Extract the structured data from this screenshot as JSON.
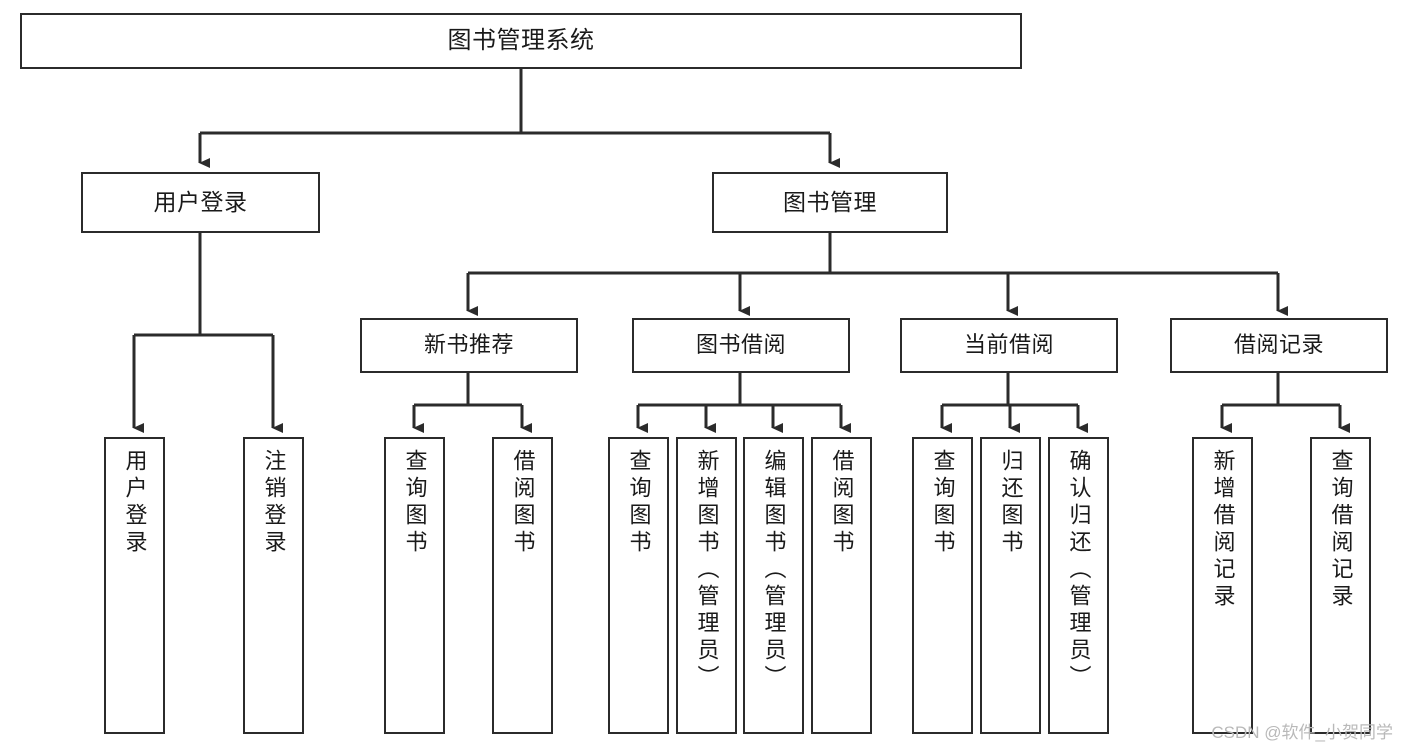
{
  "diagram": {
    "title": "图书管理系统",
    "watermark": "CSDN @软件_小贺同学",
    "colors": {
      "background": "#ffffff",
      "stroke": "#2b2b2b",
      "text": "#1a1a1a",
      "watermark": "#b9b9b9"
    },
    "nodes": {
      "root": {
        "label": "图书管理系统"
      },
      "level1": [
        {
          "label": "用户登录"
        },
        {
          "label": "图书管理"
        }
      ],
      "level2": [
        {
          "label": "新书推荐"
        },
        {
          "label": "图书借阅"
        },
        {
          "label": "当前借阅"
        },
        {
          "label": "借阅记录"
        }
      ],
      "leaves_user_login": [
        {
          "label": "用户登录"
        },
        {
          "label": "注销登录"
        }
      ],
      "leaves_new_book": [
        {
          "label": "查询图书"
        },
        {
          "label": "借阅图书"
        }
      ],
      "leaves_borrow": [
        {
          "label": "查询图书"
        },
        {
          "label": "新增图书（管理员）"
        },
        {
          "label": "编辑图书（管理员）"
        },
        {
          "label": "借阅图书"
        }
      ],
      "leaves_current": [
        {
          "label": "查询图书"
        },
        {
          "label": "归还图书"
        },
        {
          "label": "确认归还（管理员）"
        }
      ],
      "leaves_records": [
        {
          "label": "新增借阅记录"
        },
        {
          "label": "查询借阅记录"
        }
      ]
    }
  }
}
